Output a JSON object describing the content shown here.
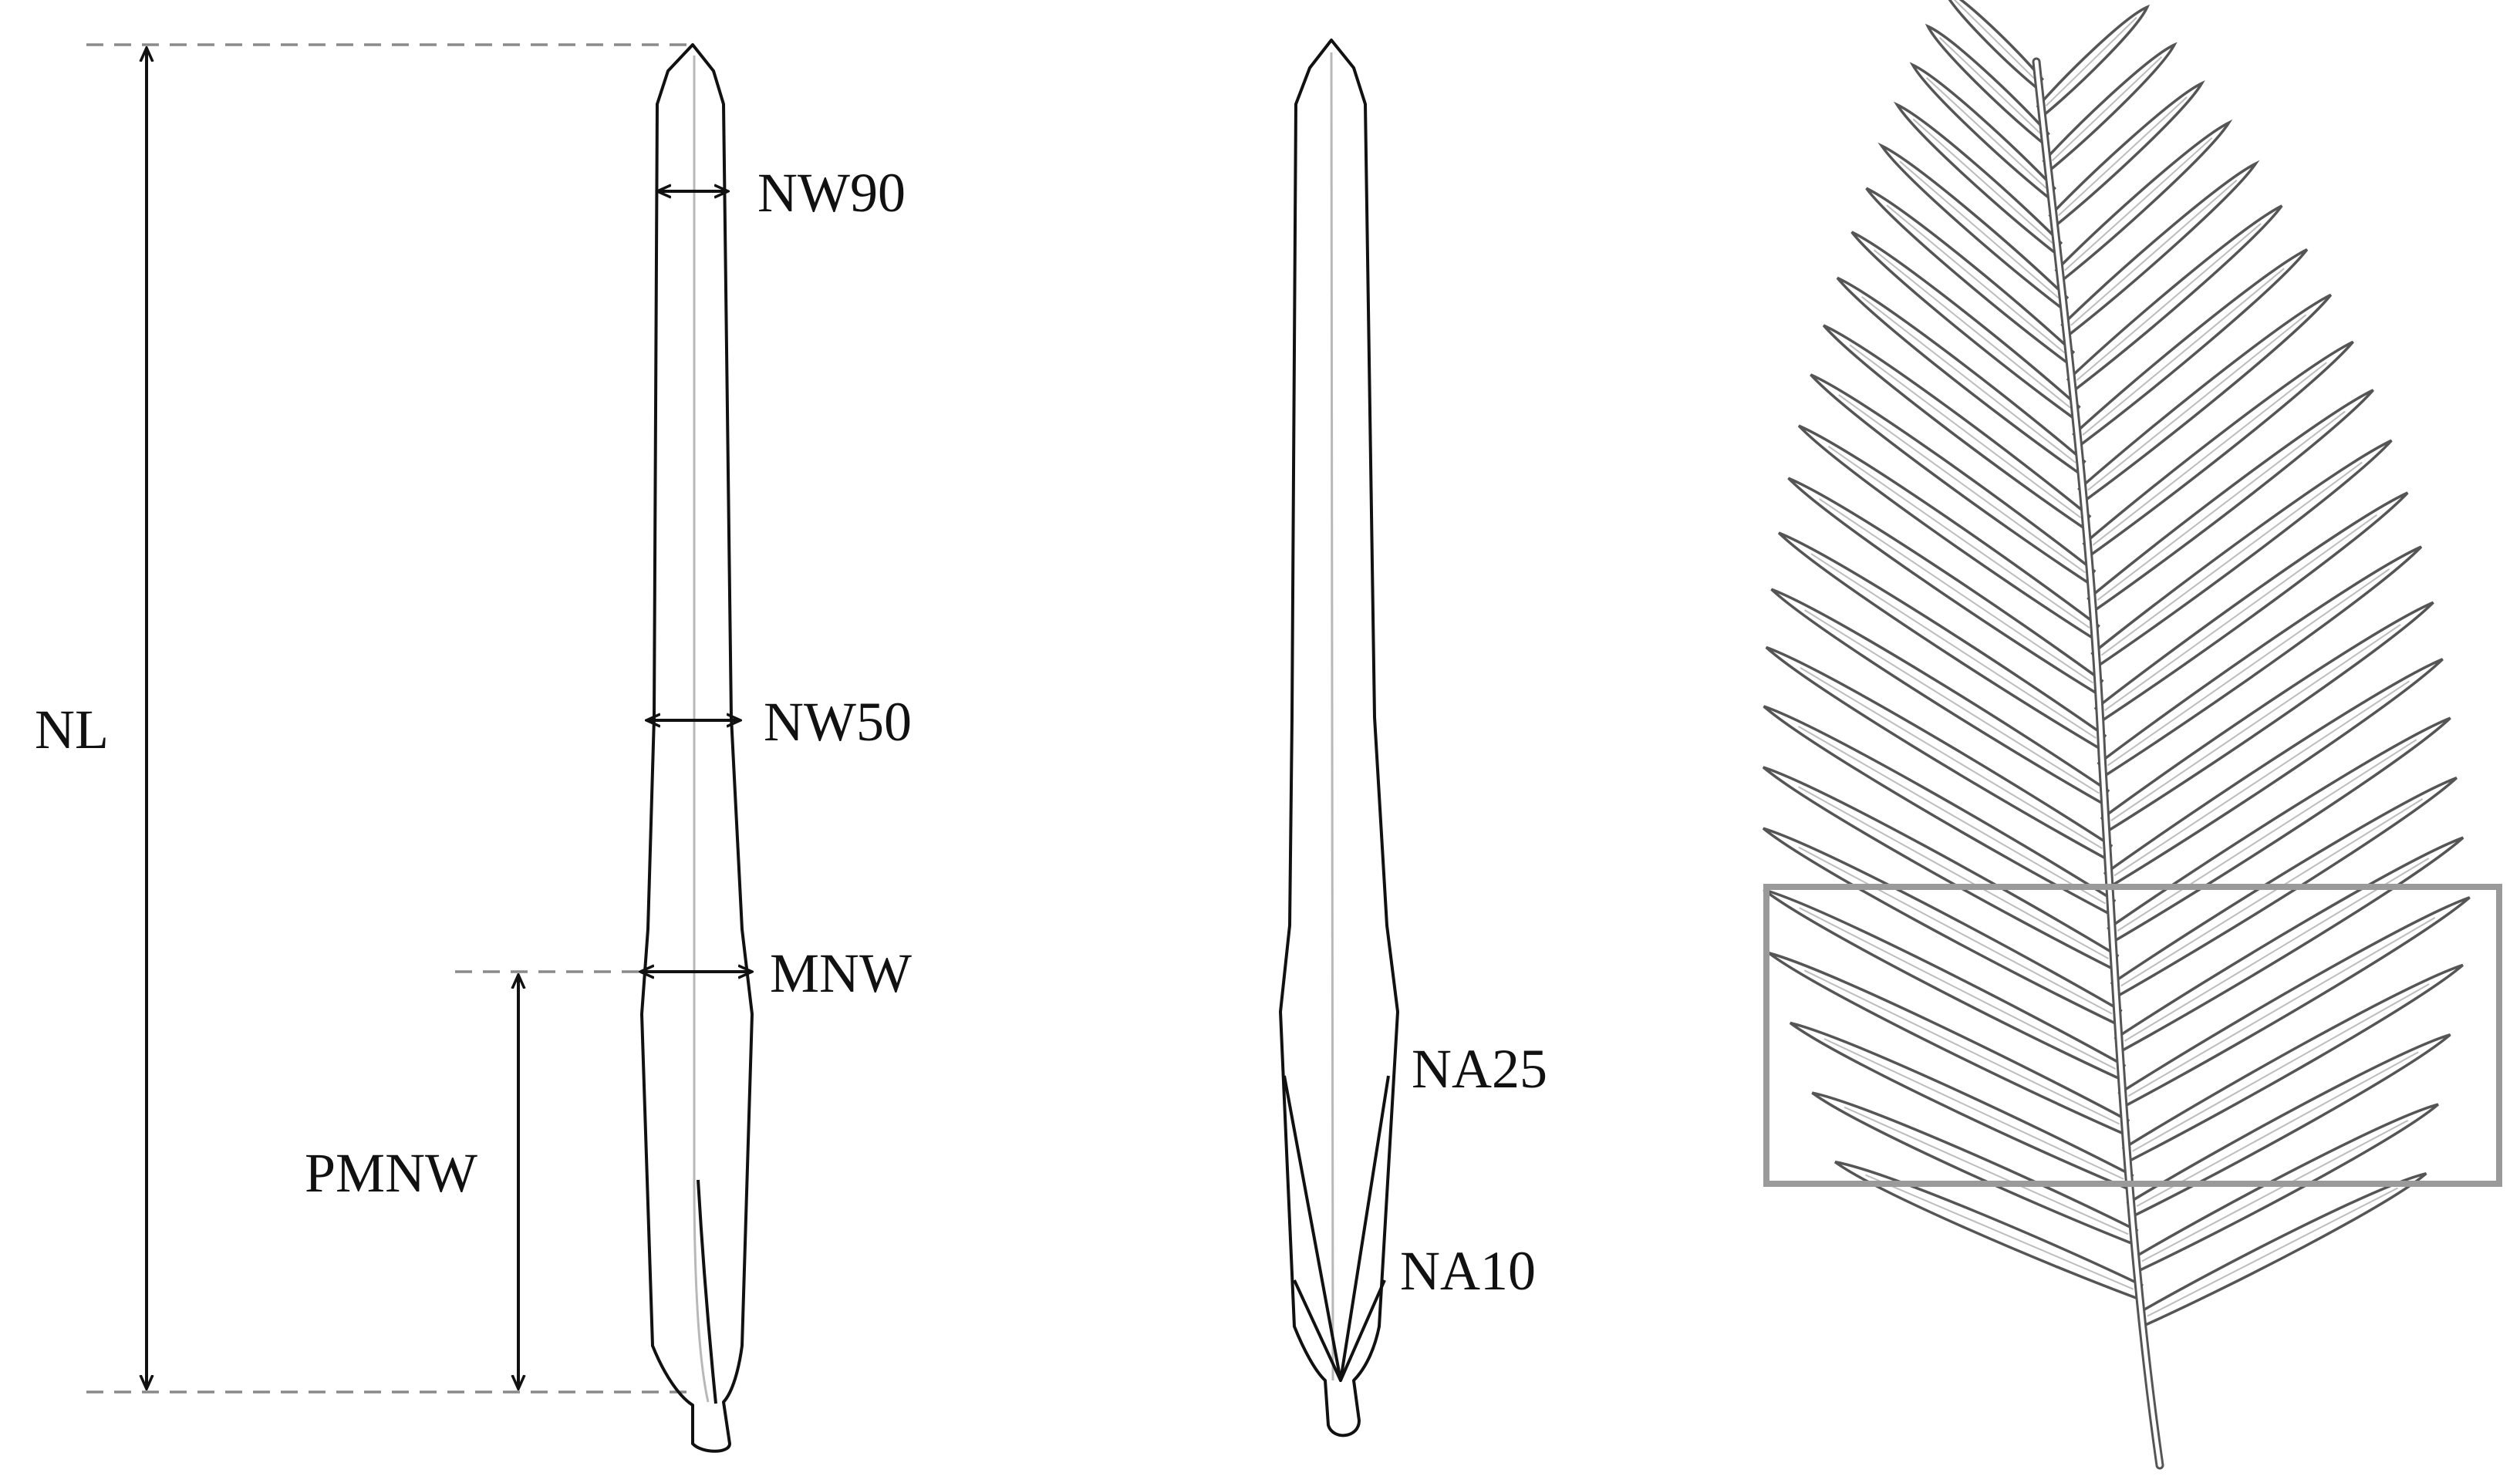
{
  "figure": {
    "needle_left": {
      "labels": {
        "nw90": "NW90",
        "nw50": "NW50",
        "mnw": "MNW",
        "nl": "NL",
        "pmnw": "PMNW"
      }
    },
    "needle_middle": {
      "labels": {
        "na25": "NA25",
        "na10": "NA10"
      }
    },
    "shoot": {
      "has_selection_box": true
    }
  },
  "colors": {
    "line": "#111111",
    "dashed_guide": "#8a8a8a",
    "vein": "#b8b8b8",
    "frond_outline": "#555555",
    "selection_box": "#9a9a9a"
  }
}
